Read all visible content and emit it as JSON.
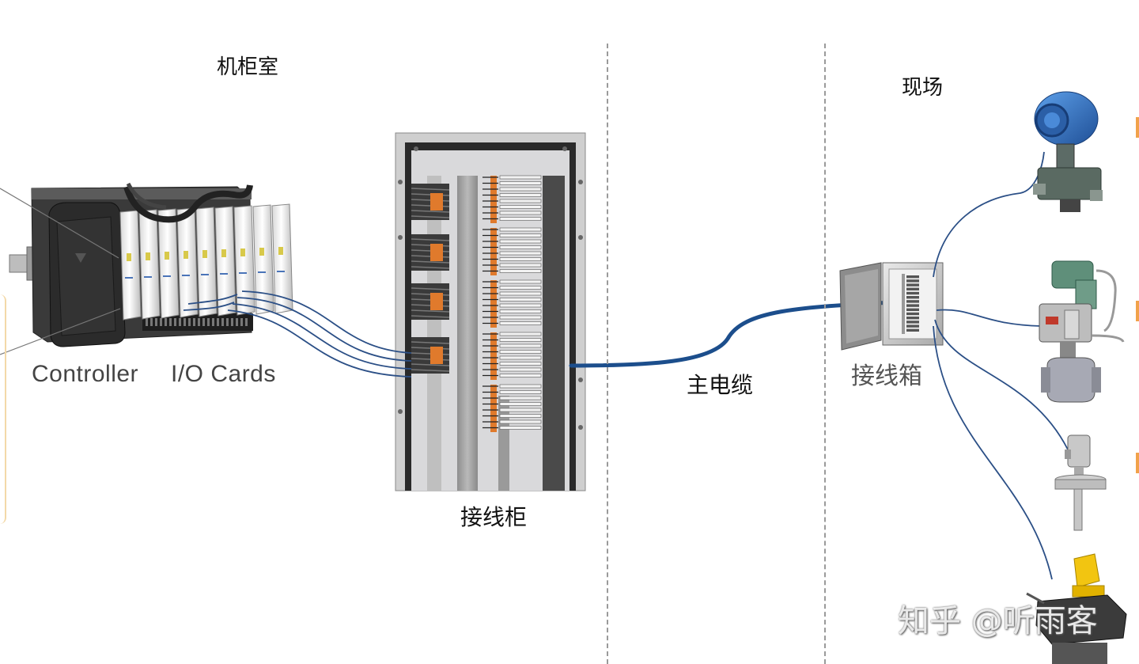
{
  "labels": {
    "cabinet_room": "机柜室",
    "field": "现场",
    "controller": "Controller",
    "io_cards": "I/O Cards",
    "marshalling_cabinet": "接线柜",
    "main_cable": "主电缆",
    "junction_box": "接线箱"
  },
  "watermark": "知乎 @听雨客",
  "colors": {
    "signal_wire": "#2b4f86",
    "main_cable": "#1c4e8c",
    "divider": "#9a9a9a",
    "cabinet_frame": "#cfcfcf",
    "cabinet_inner": "#2a2a2a",
    "terminal_orange": "#e07a2c",
    "transmitter_blue": "#2e6fc2",
    "valve_green": "#5f8f7a",
    "switch_yellow": "#f2c511"
  },
  "icons": {
    "controller": "controller-rack-icon",
    "cabinet": "marshalling-cabinet-icon",
    "junction_box": "junction-box-icon",
    "instrument_1": "pressure-transmitter-icon",
    "instrument_2": "control-valve-icon",
    "instrument_3": "level-switch-icon",
    "instrument_4": "limit-switch-box-icon"
  }
}
